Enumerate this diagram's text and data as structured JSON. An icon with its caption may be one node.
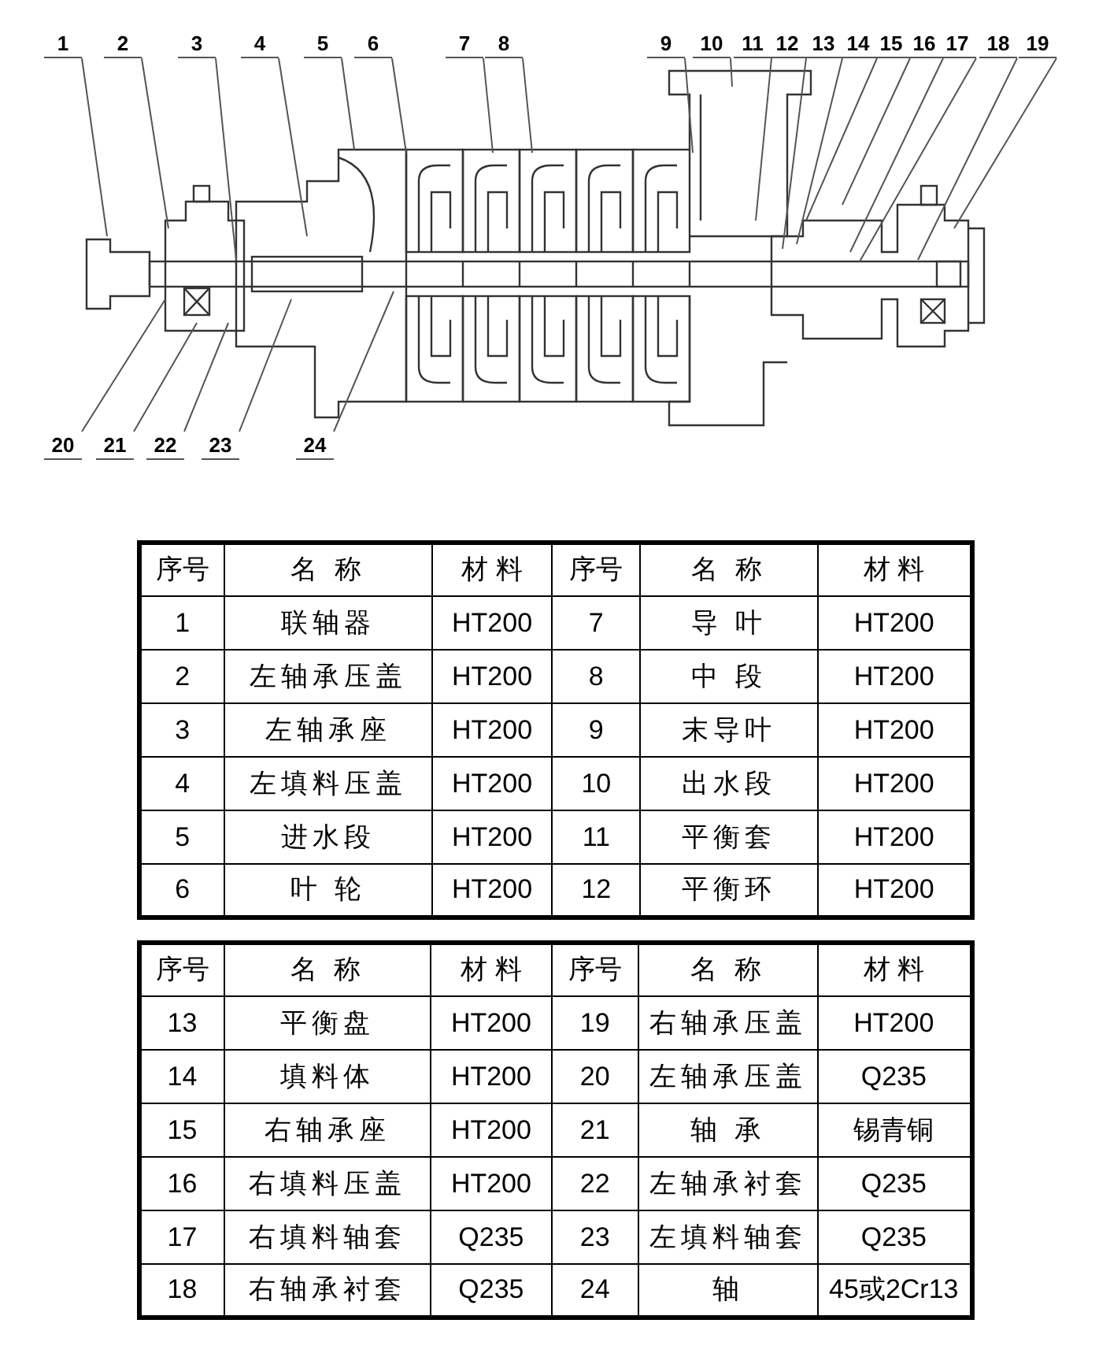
{
  "diagram": {
    "nodes": [
      {
        "text": [
          "1"
        ]
      },
      {
        "text": [
          "2"
        ]
      },
      {
        "text": [
          "3"
        ]
      },
      {
        "text": [
          "4"
        ]
      },
      {
        "text": [
          "5"
        ]
      },
      {
        "text": [
          "6"
        ]
      },
      {
        "text": [
          "7"
        ]
      },
      {
        "text": [
          "8"
        ]
      },
      {
        "text": [
          "9"
        ]
      },
      {
        "text": [
          "10"
        ]
      },
      {
        "text": [
          "11"
        ]
      },
      {
        "text": [
          "12"
        ]
      },
      {
        "text": [
          "13"
        ]
      },
      {
        "text": [
          "14"
        ]
      },
      {
        "text": [
          "15"
        ]
      },
      {
        "text": [
          "16"
        ]
      },
      {
        "text": [
          "17"
        ]
      },
      {
        "text": [
          "18"
        ]
      },
      {
        "text": [
          "19"
        ]
      },
      {
        "text": [
          "20"
        ]
      },
      {
        "text": [
          "21"
        ]
      },
      {
        "text": [
          "22"
        ]
      },
      {
        "text": [
          "23"
        ]
      },
      {
        "text": [
          "24"
        ]
      }
    ],
    "edges": [
      {
        "from": 0,
        "to": null,
        "arrow": "none"
      },
      {
        "from": 1,
        "to": null,
        "arrow": "none"
      },
      {
        "from": 2,
        "to": null,
        "arrow": "none"
      },
      {
        "from": 3,
        "to": null,
        "arrow": "none"
      },
      {
        "from": 4,
        "to": null,
        "arrow": "none"
      },
      {
        "from": 5,
        "to": null,
        "arrow": "none"
      },
      {
        "from": 6,
        "to": null,
        "arrow": "none"
      },
      {
        "from": 7,
        "to": null,
        "arrow": "none"
      },
      {
        "from": 8,
        "to": null,
        "arrow": "none"
      },
      {
        "from": 9,
        "to": null,
        "arrow": "none"
      },
      {
        "from": 10,
        "to": null,
        "arrow": "none"
      },
      {
        "from": 11,
        "to": null,
        "arrow": "none"
      },
      {
        "from": 12,
        "to": null,
        "arrow": "none"
      },
      {
        "from": 13,
        "to": null,
        "arrow": "none"
      },
      {
        "from": 14,
        "to": null,
        "arrow": "none"
      },
      {
        "from": 15,
        "to": null,
        "arrow": "none"
      },
      {
        "from": 16,
        "to": null,
        "arrow": "none"
      },
      {
        "from": 17,
        "to": null,
        "arrow": "none"
      },
      {
        "from": 18,
        "to": null,
        "arrow": "none"
      },
      {
        "from": 19,
        "to": null,
        "arrow": "none"
      },
      {
        "from": 20,
        "to": null,
        "arrow": "none"
      },
      {
        "from": 21,
        "to": null,
        "arrow": "none"
      },
      {
        "from": 22,
        "to": null,
        "arrow": "none"
      },
      {
        "from": 23,
        "to": null,
        "arrow": "none"
      }
    ],
    "labels": [
      "序号",
      "名 称",
      "材 料",
      "序号",
      "名 称",
      "材 料",
      "1",
      "联轴器",
      "HT200",
      "7",
      "导 叶",
      "HT200",
      "2",
      "左轴承压盖",
      "HT200",
      "8",
      "中 段",
      "HT200",
      "3",
      "左轴承座",
      "HT200",
      "9",
      "末导叶",
      "HT200",
      "4",
      "左填料压盖",
      "HT200",
      "10",
      "出水段",
      "HT200",
      "5",
      "进水段",
      "HT200",
      "11",
      "平衡套",
      "HT200",
      "6",
      "叶 轮",
      "HT200",
      "12",
      "平衡环",
      "HT200",
      "序号",
      "名 称",
      "材 料",
      "序号",
      "名 称",
      "材 料",
      "13",
      "平衡盘",
      "HT200",
      "19",
      "右轴承压盖",
      "HT200",
      "14",
      "填料体",
      "HT200",
      "20",
      "左轴承压盖",
      "Q235",
      "15",
      "右轴承座",
      "HT200",
      "21",
      "轴 承",
      "锡青铜",
      "16",
      "右填料压盖",
      "HT200",
      "22",
      "左轴承衬套",
      "Q235",
      "17",
      "右填料轴套",
      "Q235",
      "23",
      "左填料轴套",
      "Q235",
      "18",
      "右轴承衬套",
      "Q235",
      "24",
      "轴",
      "45或2Cr13"
    ]
  }
}
